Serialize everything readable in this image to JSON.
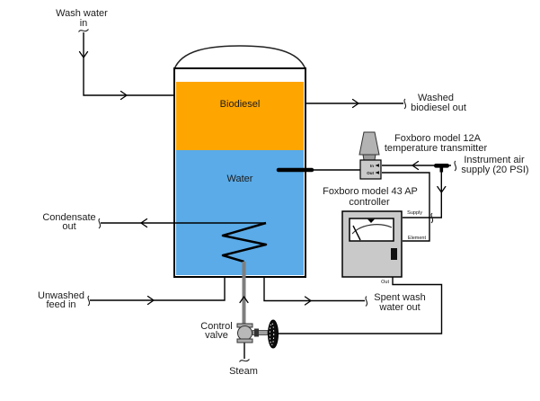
{
  "diagram": {
    "colors": {
      "biodiesel": "#FFA500",
      "water": "#5AABE8",
      "device_light": "#C9C9C9",
      "device_mid": "#B3B3B3",
      "pipe_gray": "#7E7E7E"
    },
    "tank": {
      "biodiesel_label": "Biodiesel",
      "water_label": "Water"
    },
    "streams": {
      "wash_water_in": {
        "line1": "Wash water",
        "line2": "in"
      },
      "washed_biodiesel_out": {
        "line1": "Washed",
        "line2": "biodiesel out"
      },
      "instrument_air": {
        "line1": "Instrument air",
        "line2": "supply (20 PSI)"
      },
      "condensate_out": {
        "line1": "Condensate",
        "line2": "out"
      },
      "unwashed_feed_in": {
        "line1": "Unwashed",
        "line2": "feed in"
      },
      "spent_wash_water_out": {
        "line1": "Spent wash",
        "line2": "water out"
      },
      "steam": {
        "line1": "Steam"
      }
    },
    "devices": {
      "temperature_transmitter": {
        "line1": "Foxboro model 12A",
        "line2": "temperature transmitter",
        "port_in": "In",
        "port_out": "Out"
      },
      "controller": {
        "line1": "Foxboro model 43 AP",
        "line2": "controller",
        "port_supply": "Supply",
        "port_element": "Element",
        "port_out": "Out"
      },
      "control_valve": {
        "line1": "Control",
        "line2": "valve"
      }
    }
  }
}
